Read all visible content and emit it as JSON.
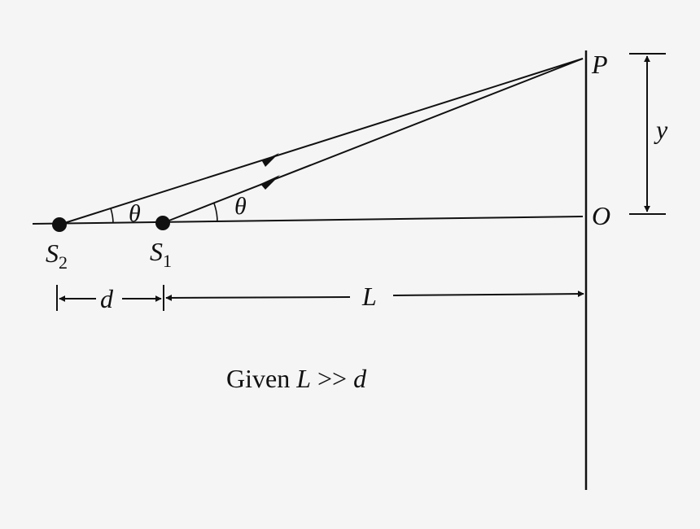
{
  "diagram": {
    "sources": {
      "s2": {
        "letter": "S",
        "sub": "2"
      },
      "s1": {
        "letter": "S",
        "sub": "1"
      }
    },
    "screen_points": {
      "p": "P",
      "o": "O"
    },
    "angle_symbol": "θ",
    "dimensions": {
      "separation": "d",
      "distance": "L",
      "height": "y"
    },
    "caption": {
      "prefix": "Given ",
      "expression": "L",
      "relation": " >> ",
      "rhs": "d"
    },
    "colors": {
      "ink": "#111111",
      "background": "#f5f5f5"
    }
  }
}
